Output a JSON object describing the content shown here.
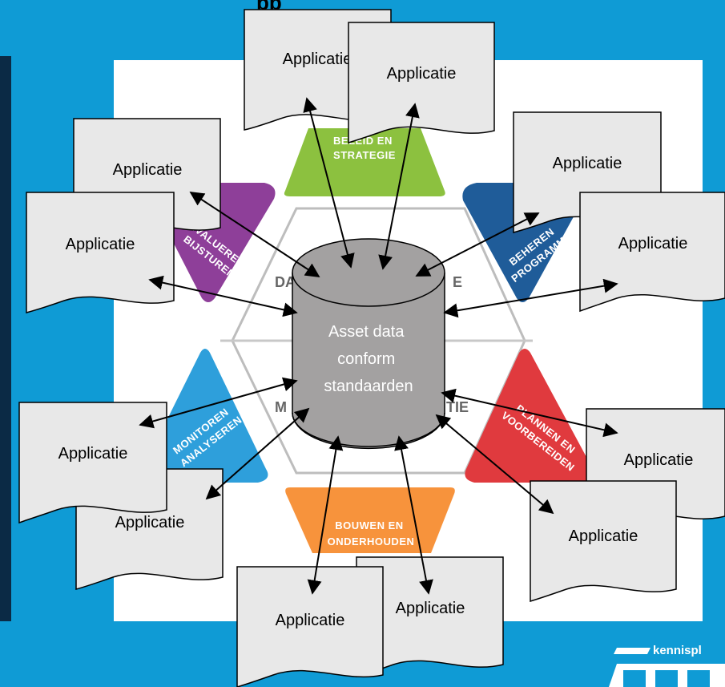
{
  "header_text": "pp",
  "center": {
    "lines": [
      "Asset data",
      "conform",
      "standaarden"
    ]
  },
  "app_label": "Applicatie",
  "hex_labels": [
    "DA",
    "E",
    "M",
    "TIE"
  ],
  "segments": [
    {
      "id": "strategie",
      "lines": [
        "BELEID EN",
        "STRATEGIE"
      ],
      "color": "#8cc13f"
    },
    {
      "id": "programma",
      "lines": [
        "BEHEREN",
        "PROGRAMMA"
      ],
      "color": "#1f5c99"
    },
    {
      "id": "plannen",
      "lines": [
        "PLANNEN EN",
        "VOORBEREIDEN"
      ],
      "color": "#e03a3e"
    },
    {
      "id": "bouwen",
      "lines": [
        "BOUWEN EN",
        "ONDERHOUDEN"
      ],
      "color": "#f7933c"
    },
    {
      "id": "monitoren",
      "lines": [
        "MONITOREN",
        "ANALYSEREN"
      ],
      "color": "#2e9fdb"
    },
    {
      "id": "evalueren",
      "lines": [
        "EVALUEREN",
        "BIJSTUREN"
      ],
      "color": "#8e3f99"
    }
  ],
  "logo_text": "kennispl",
  "colors": {
    "background": "#0f9bd5",
    "doc_fill": "#e8e8e8",
    "cylinder": "#a3a1a1"
  }
}
